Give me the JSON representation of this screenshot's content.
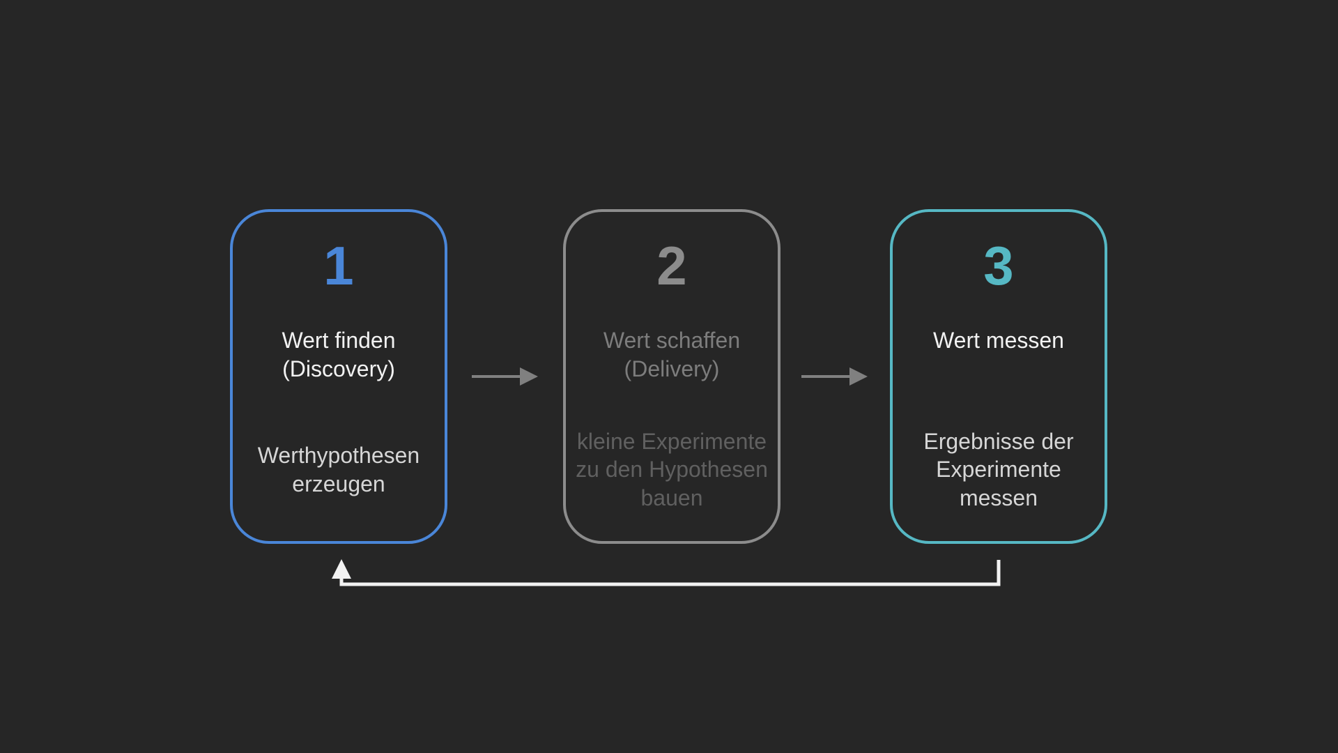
{
  "colors": {
    "background": "#262626",
    "accent-blue": "#4a86d8",
    "accent-teal": "#56b8c4",
    "accent-gray": "#8c8c8c",
    "text-white": "#f2f2f2",
    "text-light": "#d6d6d6",
    "text-gray": "#7d7d7d",
    "text-dim": "#606060",
    "arrow-gray": "#808080",
    "arrow-white": "#f2f2f2"
  },
  "steps": [
    {
      "number": "1",
      "title": "Wert finden\n(Discovery)",
      "subtitle": "Werthypothesen\nerzeugen"
    },
    {
      "number": "2",
      "title": "Wert schaffen\n(Delivery)",
      "subtitle": "kleine Experimente\nzu den Hypothesen\nbauen"
    },
    {
      "number": "3",
      "title": "Wert messen",
      "subtitle": "Ergebnisse der\nExperimente messen"
    }
  ],
  "icons": {
    "arrow_1": "arrow-right-icon",
    "arrow_2": "arrow-right-icon",
    "feedback": "feedback-loop-arrow-icon"
  }
}
